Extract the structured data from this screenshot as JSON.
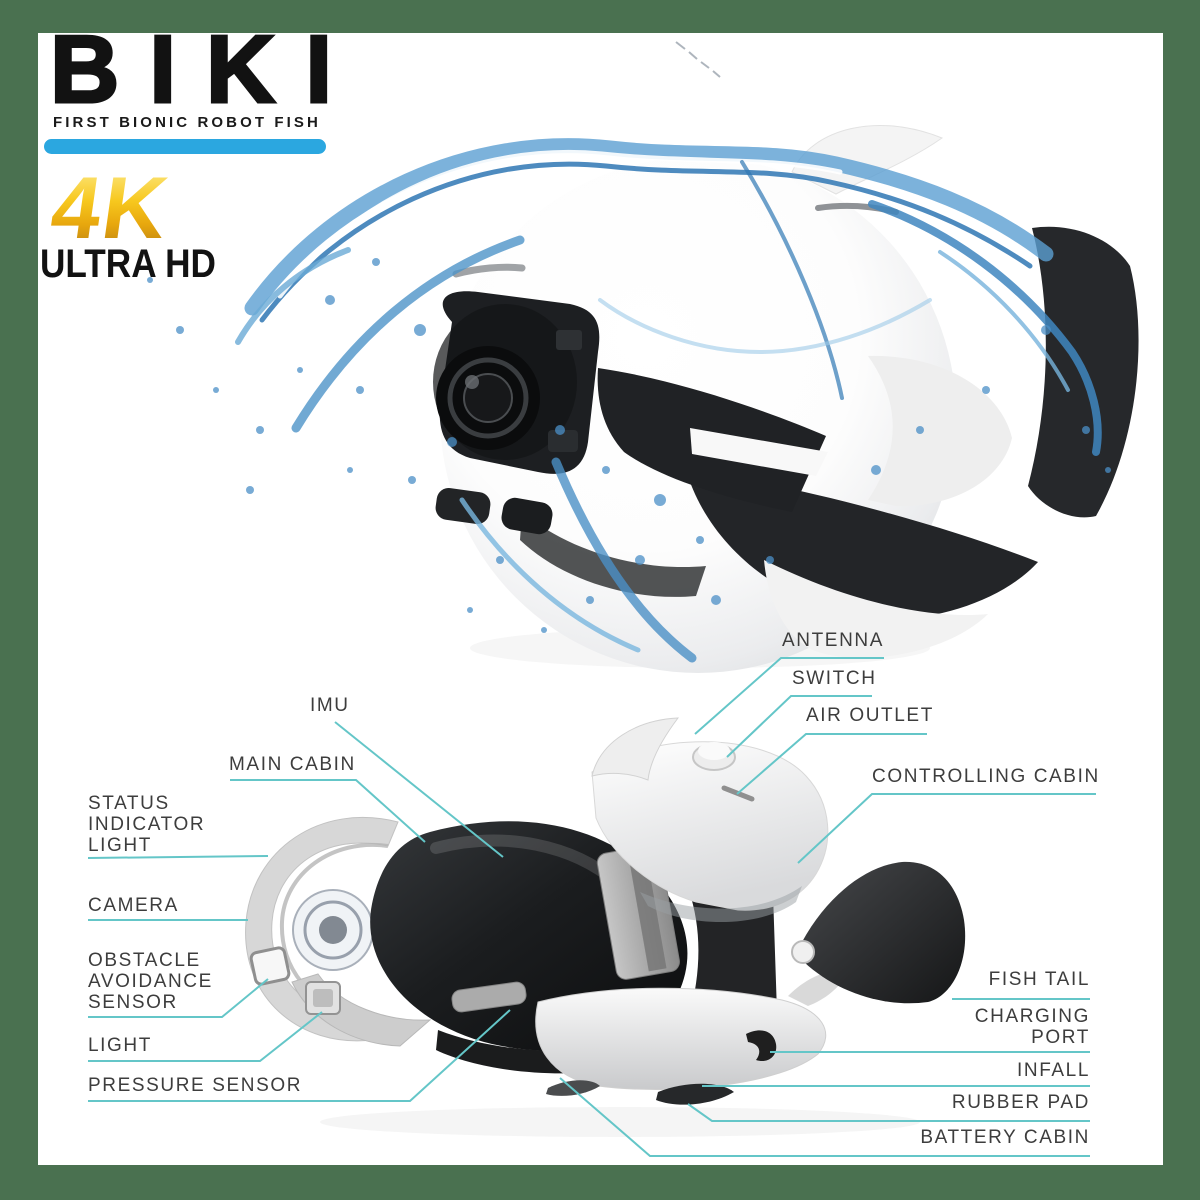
{
  "brand": {
    "name": "BIKI",
    "tagline": "FIRST BIONIC ROBOT FISH"
  },
  "badge": {
    "resolution": "4K",
    "quality": "ULTRA HD"
  },
  "colors": {
    "frame_green": "#4a7150",
    "logo_bar_blue": "#2ba7e0",
    "leader_line_teal": "#64c6c8",
    "label_text": "#3d3d3d",
    "badge_gold": "#f7c81e",
    "water_blue": "#4b8fc7"
  },
  "diagram": {
    "labels": {
      "imu": "IMU",
      "main_cabin": "MAIN CABIN",
      "status_indicator_light": "STATUS\nINDICATOR\nLIGHT",
      "camera": "CAMERA",
      "obstacle_avoidance_sensor": "OBSTACLE\nAVOIDANCE\nSENSOR",
      "light": "LIGHT",
      "pressure_sensor": "PRESSURE SENSOR",
      "antenna": "ANTENNA",
      "switch": "SWITCH",
      "air_outlet": "AIR OUTLET",
      "controlling_cabin": "CONTROLLING CABIN",
      "fish_tail": "FISH TAIL",
      "charging_port": "CHARGING\nPORT",
      "infall": "INFALL",
      "rubber_pad": "RUBBER PAD",
      "battery_cabin": "BATTERY CABIN"
    }
  }
}
